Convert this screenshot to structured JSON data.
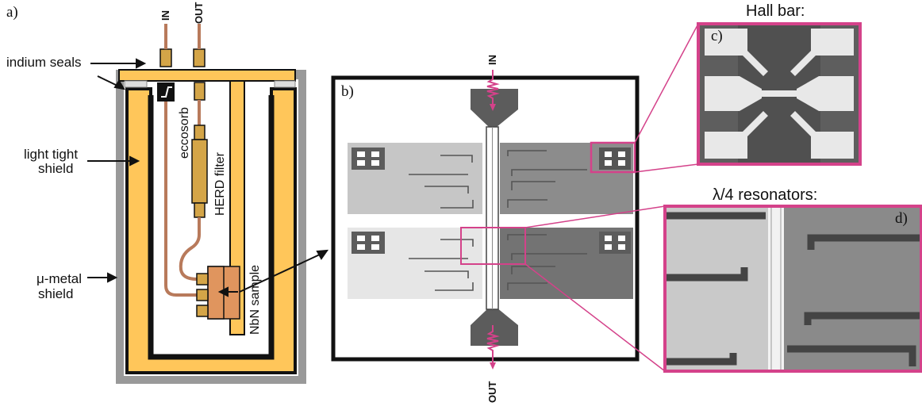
{
  "panels": {
    "a": "a)",
    "b": "b)",
    "c": "c)",
    "d": "d)"
  },
  "labels": {
    "indium_seals": "indium seals",
    "light_tight_line1": "light tight",
    "light_tight_line2": "shield",
    "mu_metal_line1": "μ-metal",
    "mu_metal_line2": "shield",
    "eccosorb": "eccosorb",
    "herd_filter": "HERD filter",
    "nbn_sample": "NbN sample",
    "port_in": "IN",
    "port_out": "OUT"
  },
  "headers": {
    "hall_bar": "Hall bar:",
    "resonators": "λ/4 resonators:"
  },
  "colors": {
    "shield_fill": "#ffc65a",
    "mu_metal": "#999999",
    "coax": "#b87a5b",
    "connector": "#d4a548",
    "sample": "#e0955e",
    "accent": "#d4428a",
    "chip_dark": "#5c5c5c",
    "chip_mid": "#c6c6c6",
    "chip_light": "#e6e6e6"
  }
}
